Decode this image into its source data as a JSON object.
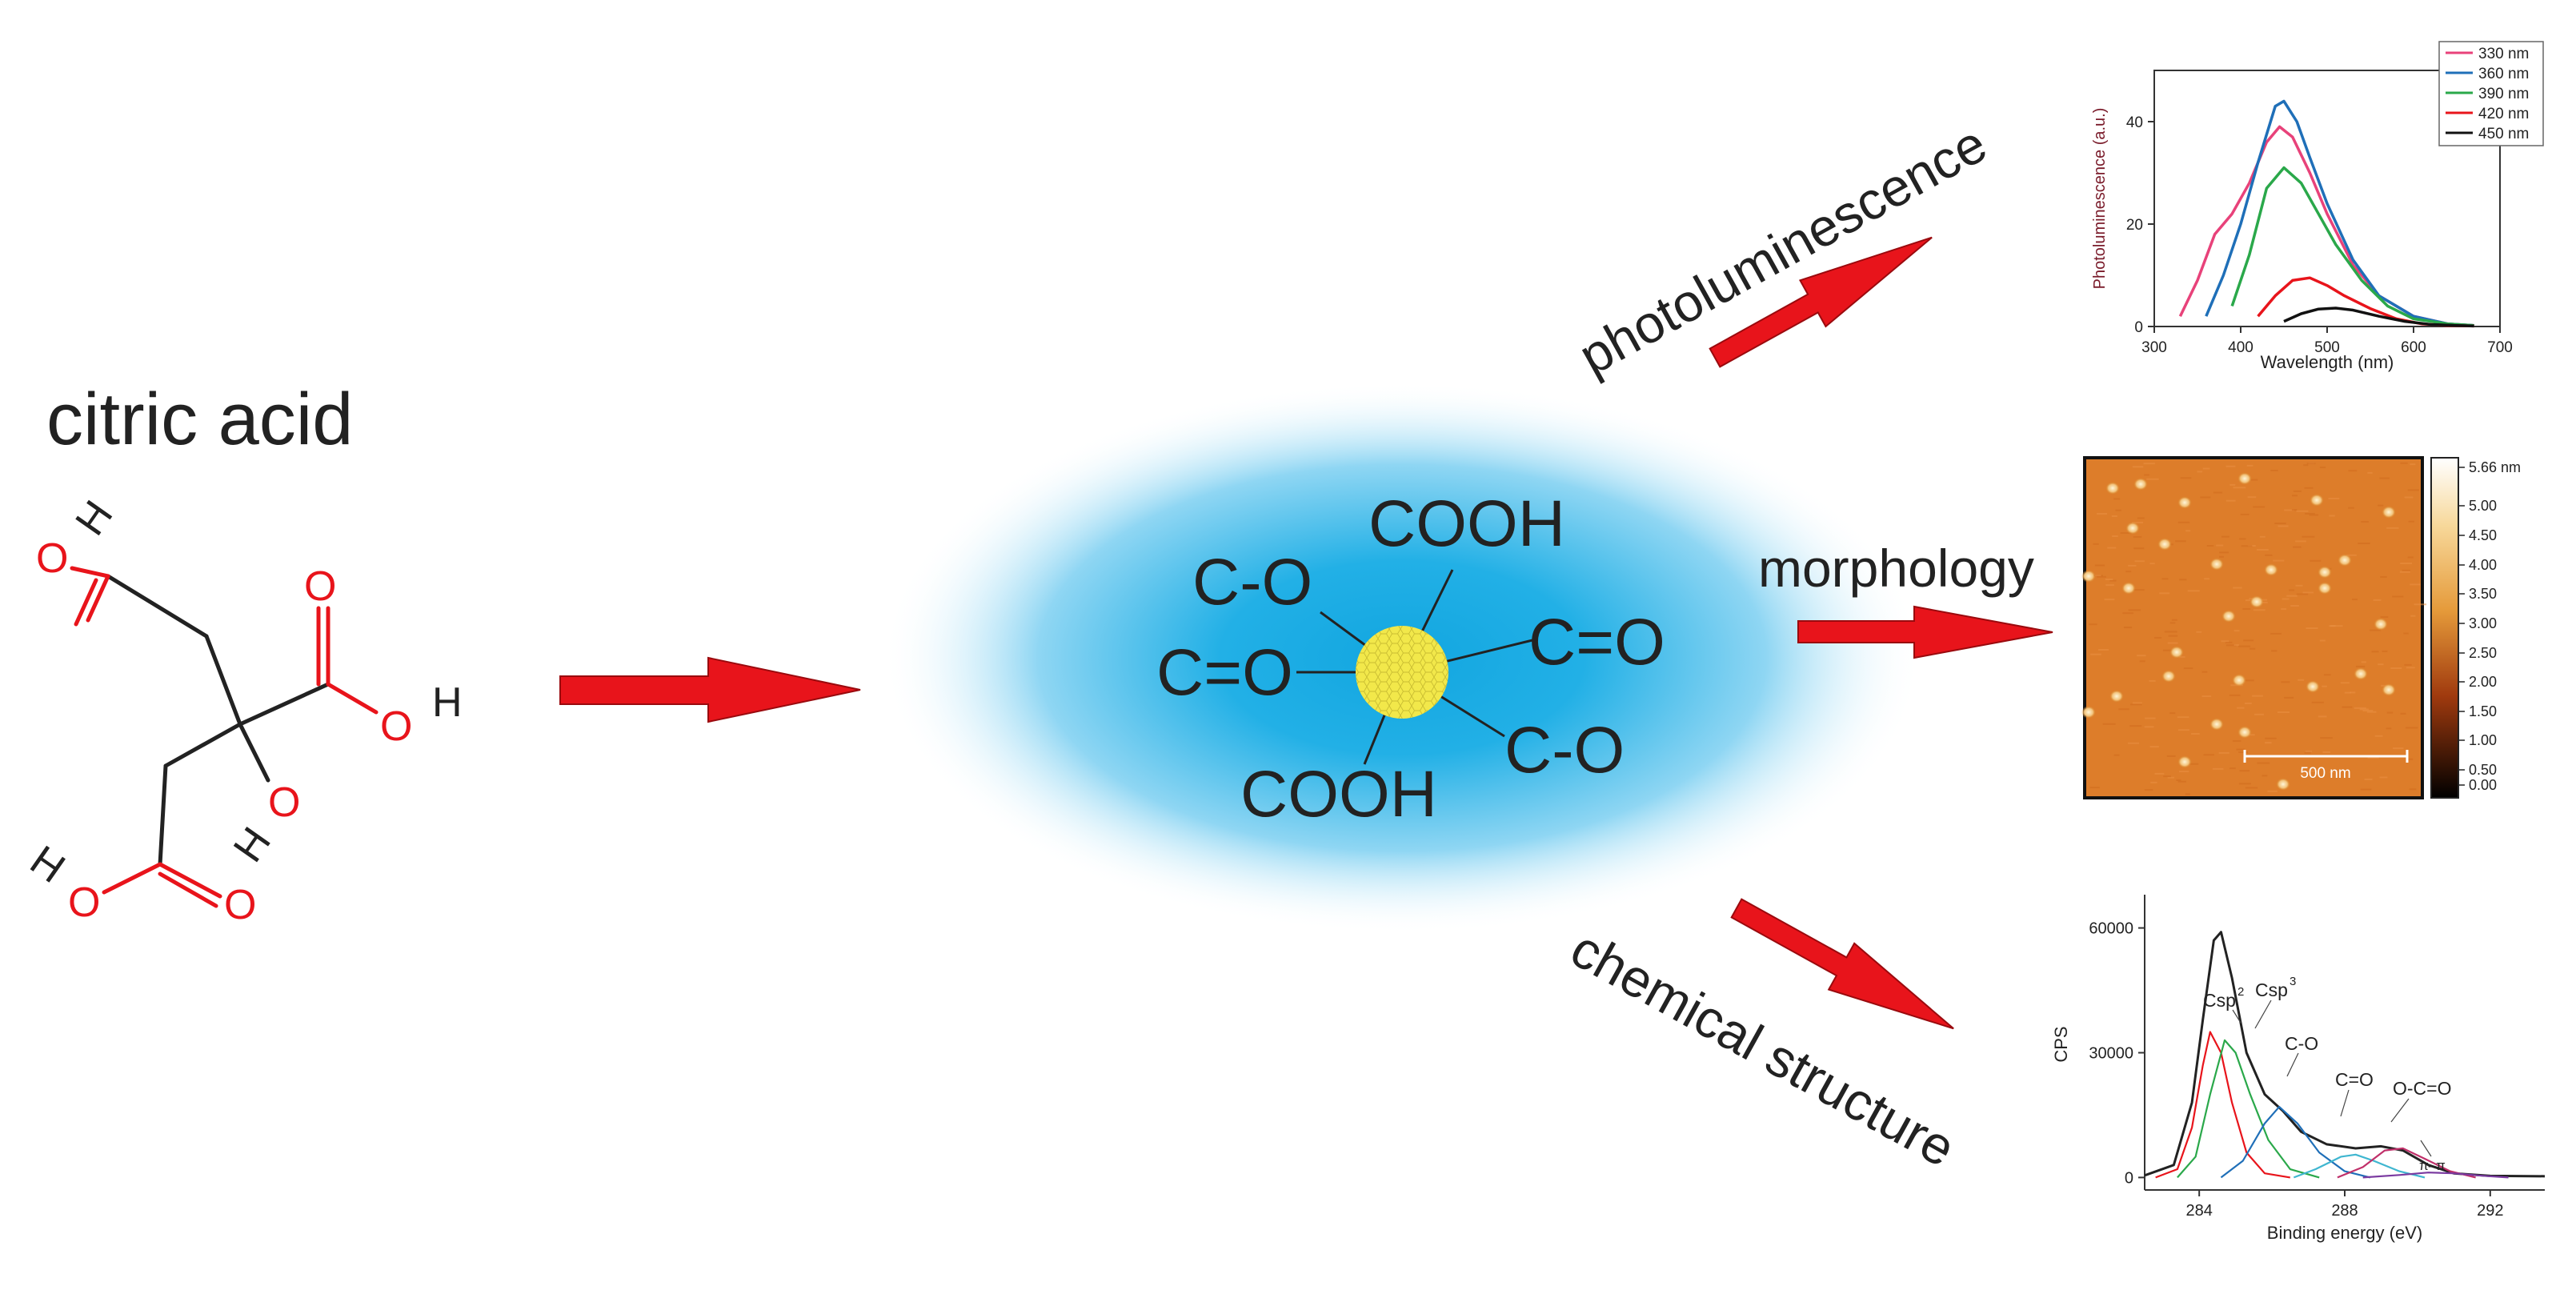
{
  "precursor": {
    "title": "citric acid",
    "atoms": [
      "O",
      "H",
      "O",
      "O",
      "H",
      "H",
      "O",
      "H",
      "O",
      "O"
    ]
  },
  "carbon_dot": {
    "groups": [
      "COOH",
      "C-O",
      "C=O",
      "C=O",
      "C-O",
      "COOH"
    ]
  },
  "arrows": {
    "photoluminescence": "photoluminescence",
    "morphology": "morphology",
    "chemical_structure": "chemical structure"
  },
  "colors": {
    "arrow": "#e8141b",
    "halo": "#12a6e0",
    "dot": "#f2e84a",
    "afm_high": "#f0a040"
  },
  "chart_data": [
    {
      "type": "line",
      "xlabel": "Wavelength (nm)",
      "ylabel": "Photoluminescence (a.u.)",
      "xlim": [
        300,
        700
      ],
      "ylim": [
        0,
        50
      ],
      "xticks": [
        300,
        400,
        500,
        600,
        700
      ],
      "yticks": [
        0,
        20,
        40
      ],
      "legend_position": "top-right",
      "series": [
        {
          "name": "330 nm",
          "color": "#e8427a",
          "x": [
            330,
            350,
            370,
            390,
            410,
            430,
            445,
            460,
            480,
            500,
            530,
            560,
            600,
            640,
            670
          ],
          "y": [
            2,
            9,
            18,
            22,
            28,
            36,
            39,
            37,
            30,
            22,
            12,
            6,
            2,
            0.5,
            0.2
          ]
        },
        {
          "name": "360 nm",
          "color": "#1f6fb8",
          "x": [
            360,
            380,
            400,
            420,
            440,
            450,
            465,
            480,
            500,
            530,
            560,
            600,
            640,
            670
          ],
          "y": [
            2,
            10,
            20,
            32,
            43,
            44,
            40,
            33,
            24,
            13,
            6,
            2,
            0.5,
            0.2
          ]
        },
        {
          "name": "390 nm",
          "color": "#2aa84a",
          "x": [
            390,
            410,
            430,
            450,
            470,
            490,
            510,
            540,
            570,
            600,
            640,
            670
          ],
          "y": [
            4,
            14,
            27,
            31,
            28,
            22,
            16,
            9,
            4,
            1.5,
            0.5,
            0.2
          ]
        },
        {
          "name": "420 nm",
          "color": "#e8141b",
          "x": [
            420,
            440,
            460,
            480,
            500,
            520,
            550,
            580,
            610,
            640,
            670
          ],
          "y": [
            2,
            6,
            9,
            9.5,
            8,
            6,
            3.5,
            1.5,
            0.5,
            0.2,
            0.1
          ]
        },
        {
          "name": "450 nm",
          "color": "#111111",
          "x": [
            450,
            470,
            490,
            510,
            530,
            560,
            590,
            620,
            650,
            670
          ],
          "y": [
            1,
            2.5,
            3.4,
            3.6,
            3.2,
            2,
            1,
            0.4,
            0.2,
            0.1
          ]
        }
      ]
    },
    {
      "type": "heatmap",
      "colorbar_ticks": [
        "5.66 nm",
        "5.00",
        "4.50",
        "4.00",
        "3.50",
        "3.00",
        "2.50",
        "2.00",
        "1.50",
        "1.00",
        "0.50",
        "0.00"
      ],
      "scale_bar": "500 nm"
    },
    {
      "type": "line",
      "xlabel": "Binding energy (eV)",
      "ylabel": "CPS",
      "xlim": [
        282.5,
        293.5
      ],
      "ylim": [
        -3000,
        68000
      ],
      "xticks": [
        284,
        288,
        292
      ],
      "yticks": [
        0,
        30000,
        60000
      ],
      "annotations": [
        "Csp",
        "2",
        "Csp",
        "3",
        "C-O",
        "C=O",
        "O-C=O",
        "π–π"
      ],
      "series": [
        {
          "name": "",
          "color": "#222222",
          "x": [
            282.5,
            283.3,
            283.8,
            284.1,
            284.4,
            284.6,
            284.9,
            285.3,
            285.8,
            286.3,
            286.8,
            287.5,
            288.3,
            289.0,
            289.6,
            290.3,
            291.0,
            292.0,
            293.5
          ],
          "y": [
            500,
            3000,
            18000,
            38000,
            57000,
            59000,
            48000,
            30000,
            20000,
            16000,
            11000,
            8000,
            7000,
            7500,
            6500,
            3000,
            1000,
            400,
            300
          ]
        },
        {
          "name": "",
          "color": "#e8141b",
          "x": [
            282.8,
            283.4,
            283.8,
            284.1,
            284.3,
            284.6,
            284.9,
            285.3,
            285.8,
            286.5
          ],
          "y": [
            0,
            2000,
            12000,
            27000,
            35000,
            30000,
            18000,
            6000,
            1000,
            0
          ]
        },
        {
          "name": "",
          "color": "#2aa84a",
          "x": [
            283.4,
            283.9,
            284.3,
            284.7,
            285.0,
            285.4,
            285.9,
            286.5,
            287.3
          ],
          "y": [
            0,
            5000,
            20000,
            33000,
            30000,
            20000,
            9000,
            2000,
            0
          ]
        },
        {
          "name": "",
          "color": "#1f6fb8",
          "x": [
            284.6,
            285.2,
            285.8,
            286.2,
            286.7,
            287.3,
            288.0,
            288.7
          ],
          "y": [
            0,
            4000,
            13000,
            17000,
            13000,
            6000,
            1500,
            0
          ]
        },
        {
          "name": "",
          "color": "#3fb6d0",
          "x": [
            286.6,
            287.2,
            287.9,
            288.3,
            288.8,
            289.5,
            290.2
          ],
          "y": [
            0,
            2000,
            5000,
            5500,
            4000,
            1500,
            0
          ]
        },
        {
          "name": "",
          "color": "#c0306a",
          "x": [
            287.8,
            288.5,
            289.1,
            289.6,
            290.2,
            290.9,
            291.6
          ],
          "y": [
            0,
            2500,
            6500,
            7000,
            4500,
            1500,
            0
          ]
        },
        {
          "name": "",
          "color": "#7a3aa0",
          "x": [
            288.5,
            289.5,
            290.3,
            291.0,
            291.8,
            292.5
          ],
          "y": [
            0,
            600,
            1200,
            1000,
            400,
            0
          ]
        }
      ]
    }
  ]
}
